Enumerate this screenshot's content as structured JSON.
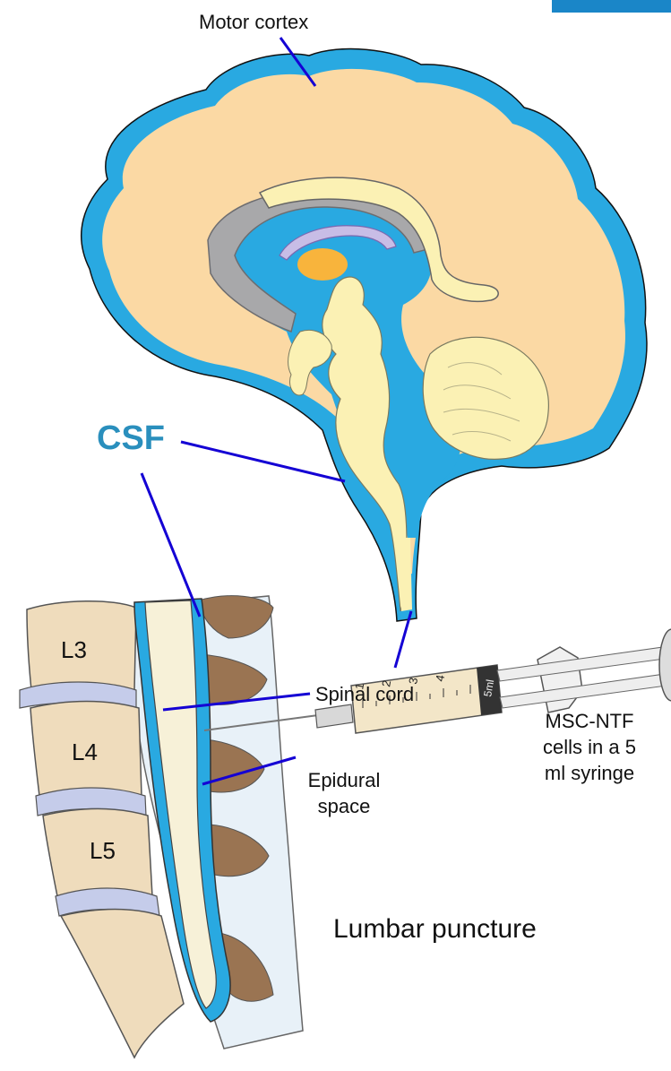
{
  "labels": {
    "motor_cortex": "Motor cortex",
    "csf": "CSF",
    "spinal_cord": "Spinal cord",
    "epidural_line1": "Epidural",
    "epidural_line2": "space",
    "msc_line1": "MSC-NTF",
    "msc_line2": "cells in a 5",
    "msc_line3": "ml syringe",
    "lumbar_puncture": "Lumbar puncture",
    "l3": "L3",
    "l4": "L4",
    "l5": "L5"
  },
  "syringe_marks": [
    "1",
    "2",
    "3",
    "4",
    "5ml"
  ],
  "colors": {
    "csf_blue": "#29a9e1",
    "csf_label": "#2a8fbd",
    "brain_tissue": "#fbd9a4",
    "deep_structures": "#fbf1b4",
    "ventricle_grey": "#a8a8aa",
    "thalamus_orange": "#f8b43c",
    "leader_line": "#1400d4",
    "bone": "#efdcbc",
    "disc": "#c5ccea",
    "spinous": "#9a7452",
    "syringe_body": "#f3e6c8",
    "corner_tab": "#1a86c8"
  }
}
